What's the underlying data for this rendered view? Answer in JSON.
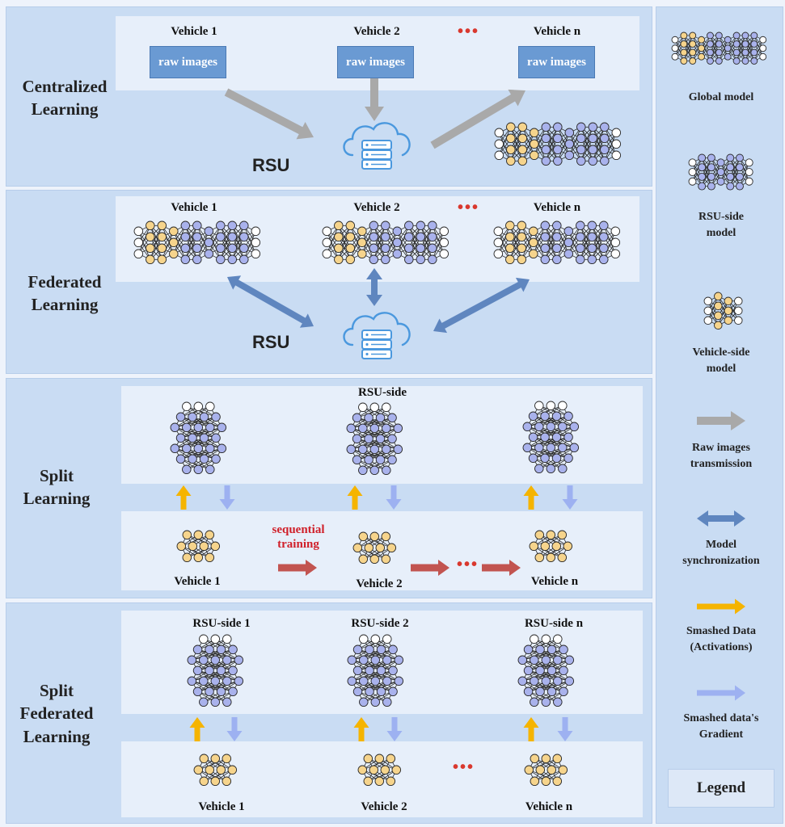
{
  "sections": {
    "centralized": {
      "title": "Centralized\nLearning",
      "vehicles": [
        "Vehicle 1",
        "Vehicle 2",
        "Vehicle n"
      ],
      "raw_label": "raw images",
      "dots": "•••",
      "rsu": "RSU"
    },
    "federated": {
      "title": "Federated\nLearning",
      "vehicles": [
        "Vehicle 1",
        "Vehicle 2",
        "Vehicle n"
      ],
      "dots": "•••",
      "rsu": "RSU"
    },
    "split": {
      "title": "Split\nLearning",
      "rsu_side": "RSU-side",
      "sequential": "sequential\ntraining",
      "vehicles": [
        "Vehicle 1",
        "Vehicle 2",
        "Vehicle n"
      ],
      "dots": "•••"
    },
    "sfl": {
      "title": "Split\nFederated\nLearning",
      "rsu_sides": [
        "RSU-side 1",
        "RSU-side 2",
        "RSU-side n"
      ],
      "vehicles": [
        "Vehicle 1",
        "Vehicle 2",
        "Vehicle n"
      ],
      "dots": "•••"
    }
  },
  "legend": {
    "items": [
      {
        "label": "Global model",
        "icon": "global-model"
      },
      {
        "label": "RSU-side\nmodel",
        "icon": "rsu-side-model"
      },
      {
        "label": "Vehicle-side\nmodel",
        "icon": "vehicle-side-model"
      },
      {
        "label": "Raw images\ntransmission",
        "icon": "gray-arrow"
      },
      {
        "label": "Model\nsynchronization",
        "icon": "blue-double-arrow"
      },
      {
        "label": "Smashed Data\n(Activations)",
        "icon": "yellow-arrow"
      },
      {
        "label": "Smashed data's\nGradient",
        "icon": "lightblue-arrow"
      }
    ],
    "title": "Legend"
  },
  "colors": {
    "panel": "#c9dcf3",
    "band": "#e7effa",
    "raw_box": "#6a9ad3",
    "node_yellow": "#f6d48c",
    "node_blue": "#a9b2ec",
    "arrow_gray": "#a9a9a9",
    "arrow_blue": "#5f86bf",
    "arrow_yellow": "#f5b400",
    "arrow_light": "#9db1f1",
    "arrow_red": "#c25450",
    "cloud": "#4a98de"
  }
}
